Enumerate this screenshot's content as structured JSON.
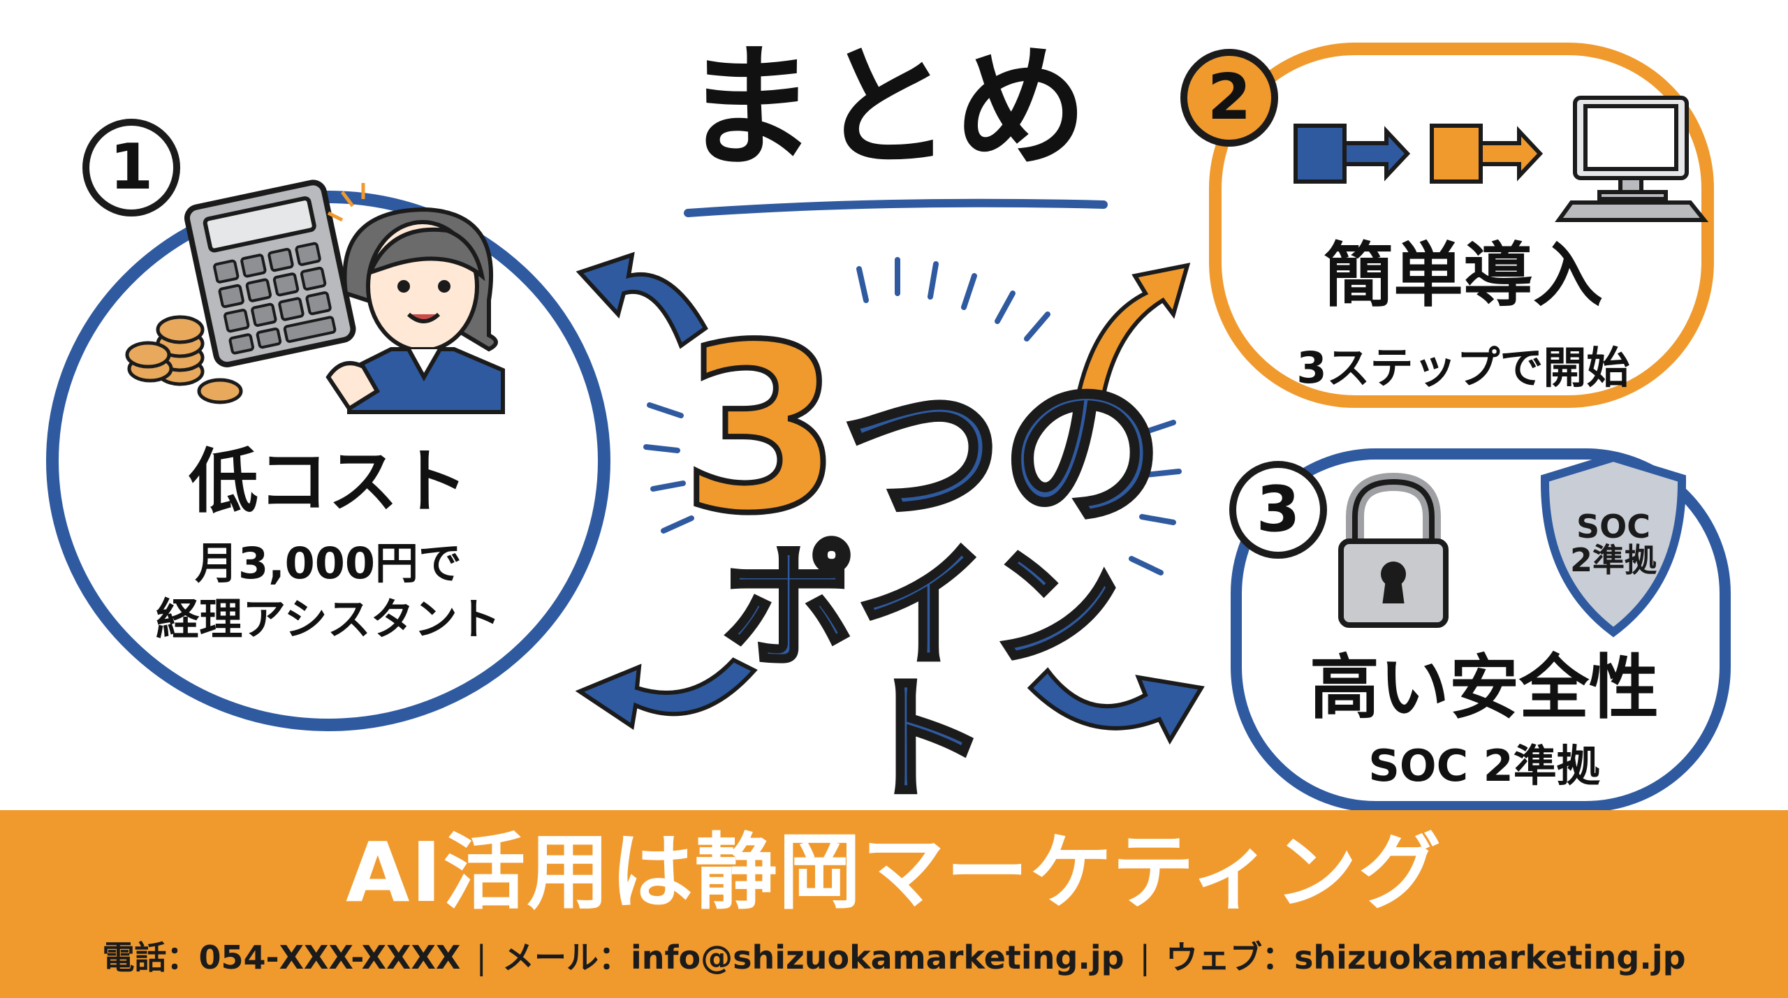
{
  "title": "まとめ",
  "center": {
    "number": "3",
    "suffix": "つの",
    "word": "ポイント"
  },
  "points": [
    {
      "badge": "1",
      "heading": "低コスト",
      "line1": "月3,000円で",
      "line2": "経理アシスタント"
    },
    {
      "badge": "2",
      "heading": "簡単導入",
      "line1": "3ステップで開始"
    },
    {
      "badge": "3",
      "heading": "高い安全性",
      "line1": "SOC 2準拠",
      "shield_line1": "SOC",
      "shield_line2": "2準拠"
    }
  ],
  "footer": {
    "title": "AI活用は静岡マーケティング",
    "phone": "電話：054-XXX-XXXX",
    "separator": "|",
    "mail": "メール：info@shizuokamarketing.jp",
    "web": "ウェブ：shizuokamarketing.jp"
  },
  "colors": {
    "blue": "#2f5aa0",
    "orange": "#f09a2e",
    "ink": "#1b1b1b"
  },
  "icons": [
    "calculator-icon",
    "coins-icon",
    "assistant-illustration",
    "process-arrows-icon",
    "computer-icon",
    "padlock-icon",
    "shield-icon",
    "curved-arrow-icon"
  ]
}
